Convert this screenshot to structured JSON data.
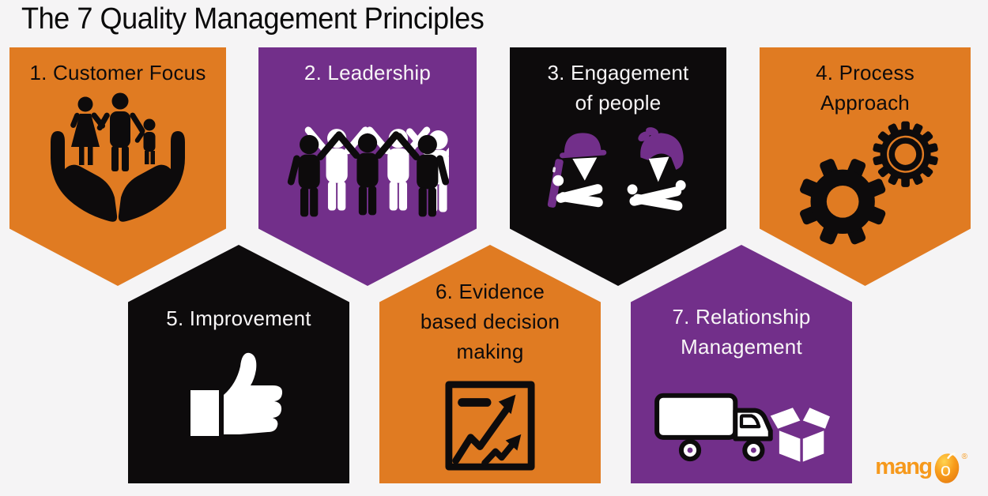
{
  "title": "The 7 Quality Management Principles",
  "colors": {
    "background": "#F5F4F5",
    "orange": "#E07B22",
    "purple": "#722F8A",
    "black": "#0D0B0C",
    "white_text": "#F8F6F7",
    "logo_orange": "#F6991C"
  },
  "principles": [
    {
      "number": "1",
      "shape": "pennant-down",
      "bg": "#E07B22",
      "text_color": "#0D0B0C",
      "icon": "family-in-hands-icon",
      "lines": [
        "1. Customer Focus"
      ]
    },
    {
      "number": "2",
      "shape": "pennant-down",
      "bg": "#722F8A",
      "text_color": "#F8F6F7",
      "icon": "leadership-group-icon",
      "lines": [
        "2. Leadership"
      ]
    },
    {
      "number": "3",
      "shape": "pennant-down",
      "bg": "#0D0B0C",
      "text_color": "#F8F6F7",
      "icon": "two-workers-icon",
      "lines": [
        "3. Engagement",
        "of people"
      ]
    },
    {
      "number": "4",
      "shape": "pennant-down",
      "bg": "#E07B22",
      "text_color": "#0D0B0C",
      "icon": "gears-icon",
      "lines": [
        "4. Process",
        "Approach"
      ]
    },
    {
      "number": "5",
      "shape": "house-up",
      "bg": "#0D0B0C",
      "text_color": "#F8F6F7",
      "icon": "thumbs-up-icon",
      "lines": [
        "5. Improvement"
      ]
    },
    {
      "number": "6",
      "shape": "house-up",
      "bg": "#E07B22",
      "text_color": "#0D0B0C",
      "icon": "growth-chart-icon",
      "lines": [
        "6. Evidence",
        "based decision",
        "making"
      ]
    },
    {
      "number": "7",
      "shape": "house-up",
      "bg": "#722F8A",
      "text_color": "#F8F6F7",
      "icon": "truck-and-box-icon",
      "lines": [
        "7. Relationship",
        "Management"
      ]
    }
  ],
  "logo": {
    "text": "mang",
    "o": "o",
    "registered": "®"
  }
}
